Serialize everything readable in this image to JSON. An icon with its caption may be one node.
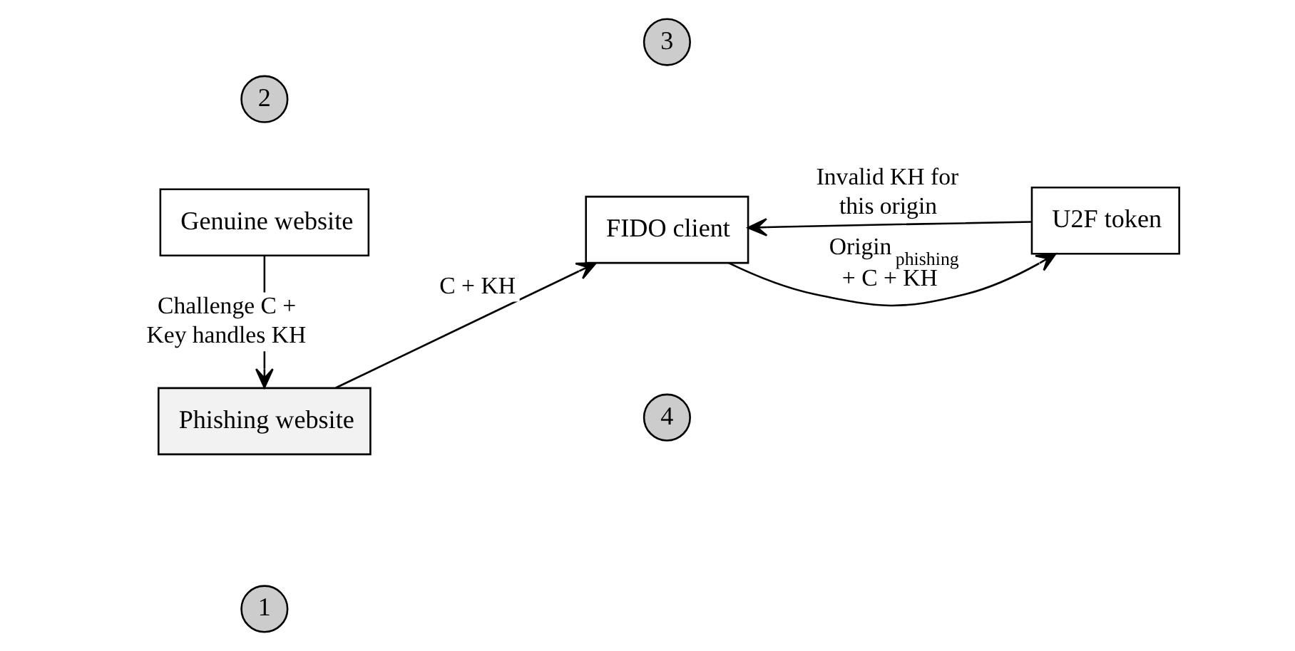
{
  "diagram": {
    "nodes": [
      {
        "text": [
          "Phishing website"
        ]
      },
      {
        "text": [
          "2"
        ]
      },
      {
        "text": [
          "3"
        ]
      },
      {
        "text": [
          "U2F token"
        ]
      },
      {
        "text": [
          "FIDO client"
        ]
      },
      {
        "text": [
          "1"
        ]
      },
      {
        "text": [
          "4"
        ]
      },
      {
        "text": [
          "Genuine website"
        ]
      }
    ],
    "edges": [
      {
        "from": 7,
        "to": 0,
        "arrow": "to",
        "label": "Challenge C + Key handles KH"
      },
      {
        "from": 0,
        "to": 4,
        "arrow": "to",
        "label": "C + KH"
      },
      {
        "from": 4,
        "to": 3,
        "arrow": "to",
        "label": "Origin$_{phishing}$ + C + KH"
      },
      {
        "from": 3,
        "to": 4,
        "arrow": "to",
        "label": "Invalid KH for this origin"
      }
    ]
  }
}
